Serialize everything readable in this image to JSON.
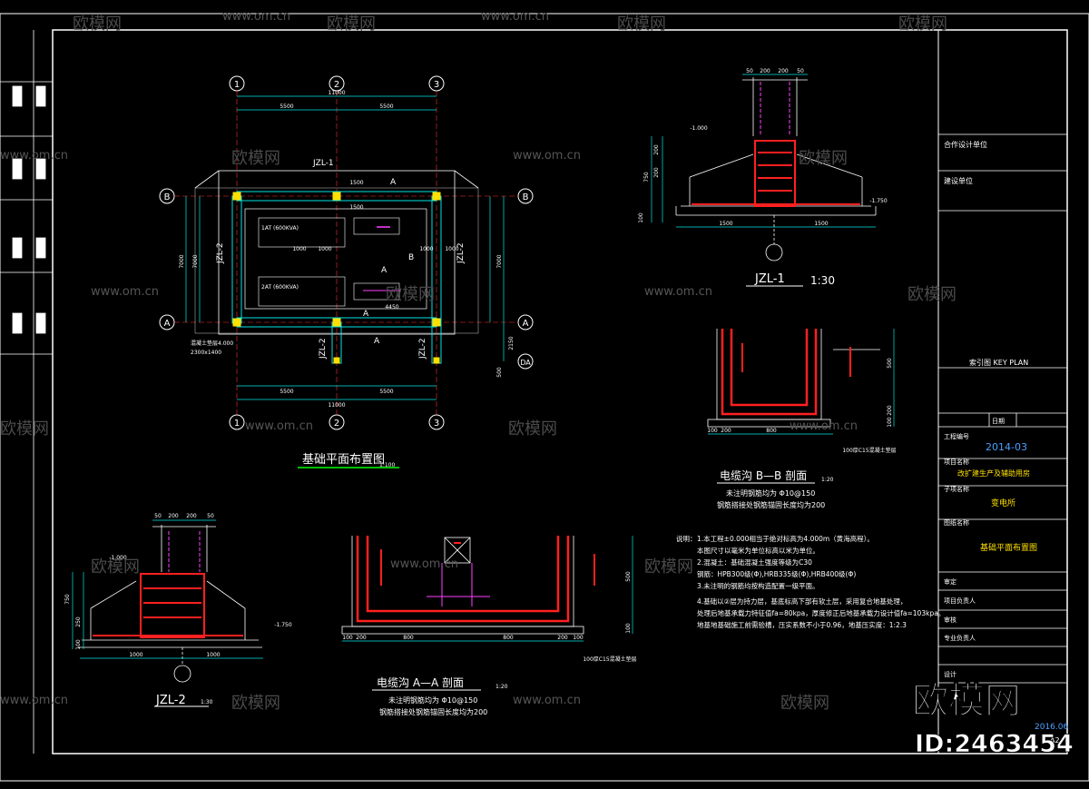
{
  "drawing": {
    "plan_title": "基础平面布置图",
    "plan_scale": "1:100",
    "grid_labels": [
      "1",
      "2",
      "3",
      "B",
      "A",
      "DA"
    ],
    "plan_dims": {
      "overall": "11000",
      "bay1": "5500",
      "bay2": "5500",
      "height1": "7000",
      "height2": "2150",
      "small": "500"
    },
    "plan_beams": [
      "JZL-1",
      "JZL-2",
      "JZL-2",
      "JZL-2",
      "JZL-2"
    ],
    "plan_marks": [
      "A",
      "B",
      "A",
      "A",
      "A"
    ],
    "plan_notes": [
      "1AT (600KVA)",
      "2AT (600KVA)",
      "混凝土垫层4.000",
      "2300x1400"
    ],
    "plan_inner_dims": [
      "1000",
      "1000",
      "1000",
      "1000",
      "1500",
      "1500",
      "4450"
    ],
    "jzl1_title": "JZL-1",
    "jzl1_scale": "1:30",
    "jzl1_dims": [
      "50",
      "200",
      "200",
      "50",
      "200",
      "200",
      "750",
      "100",
      "1500",
      "1500"
    ],
    "jzl1_levels": [
      "-1.000",
      "-1.750"
    ],
    "jzl2_title": "JZL-2",
    "jzl2_scale": "1:30",
    "jzl2_dims": [
      "50",
      "200",
      "200",
      "50",
      "750",
      "250",
      "100",
      "1000",
      "1000"
    ],
    "jzl2_levels": [
      "-1.000",
      "-1.750"
    ],
    "bb_title": "电缆沟 B—B 剖面",
    "bb_scale": "1:20",
    "bb_note1": "未注明钢筋均为 Φ10@150",
    "bb_note2": "钢筋搭接处钢筋锚固长度均为200",
    "bb_dims": [
      "800",
      "100",
      "200",
      "500",
      "100",
      "200"
    ],
    "bb_tag": "100厚C15混凝土垫层",
    "aa_title": "电缆沟 A—A 剖面",
    "aa_scale": "1:20",
    "aa_note1": "未注明钢筋均为 Φ10@150",
    "aa_note2": "钢筋搭接处钢筋锚固长度均为200",
    "aa_dims": [
      "100",
      "200",
      "800",
      "800",
      "200",
      "100",
      "500",
      "100"
    ],
    "aa_tag": "100厚C15混凝土垫层",
    "notes_title": "说明：",
    "notes": [
      "1.本工程±0.000相当于绝对标高为4.000m（黄海高程）。",
      "  本图尺寸以毫米为单位标高以米为单位。",
      "2.混凝土：基础混凝土强度等级为C30",
      "  钢筋：HPB300级(Φ),HRB335级(Φ),HRB400级(Φ)",
      "3.未注明的钢筋均按构造配置一级平面。",
      "4.基础以②层为持力层，基底标高下部有软土层，采用复合地基处理，",
      "  处理后地基承载力特征值fa=80kpa，厚度修正后地基承载力设计值fa=103kpa。",
      "  地基地基础施工前需验槽，压实系数不小于0.96，地基压实度：1:2.3"
    ]
  },
  "title_block": {
    "key_plan": "索引图 KEY PLAN",
    "date": "2014-03",
    "project": "改扩建生产及辅助用房",
    "item": "变电所",
    "drawing_name": "基础平面布置图",
    "date2": "2016.06",
    "sheet_no": "A2",
    "field_labels": [
      "合作设计单位",
      "建设单位",
      "日期",
      "工程编号",
      "项目名称",
      "子项名称",
      "图纸名称",
      "审定",
      "项目负责人",
      "审核",
      "专业负责人",
      "设计"
    ]
  },
  "watermark": {
    "brand": "欧模网",
    "site": "www.om.cn",
    "big_brand": "欧模网",
    "id_text": "ID:2463454"
  }
}
